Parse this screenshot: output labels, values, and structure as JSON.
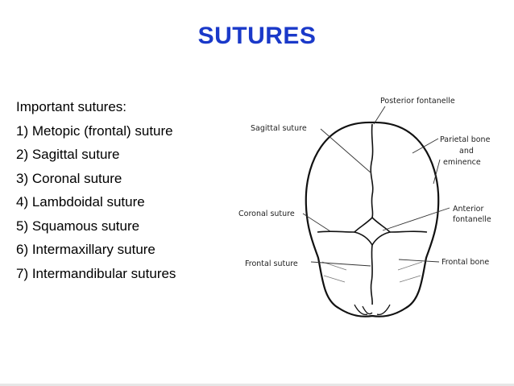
{
  "slide": {
    "title": "SUTURES"
  },
  "list": {
    "heading": "Important sutures:",
    "items": [
      "1) Metopic (frontal) suture",
      "2) Sagittal suture",
      "3) Coronal suture",
      "4) Lambdoidal suture",
      "5) Squamous suture",
      "6) Intermaxillary suture",
      "7) Intermandibular sutures"
    ]
  },
  "figure": {
    "labels": {
      "posterior_fontanelle": "Posterior fontanelle",
      "sagittal_suture": "Sagittal suture",
      "parietal_bone_line1": "Parietal bone",
      "parietal_bone_line2": "and",
      "parietal_bone_line3": "eminence",
      "coronal_suture": "Coronal suture",
      "anterior_fontanelle_line1": "Anterior",
      "anterior_fontanelle_line2": "fontanelle",
      "frontal_suture": "Frontal suture",
      "frontal_bone": "Frontal bone"
    }
  }
}
